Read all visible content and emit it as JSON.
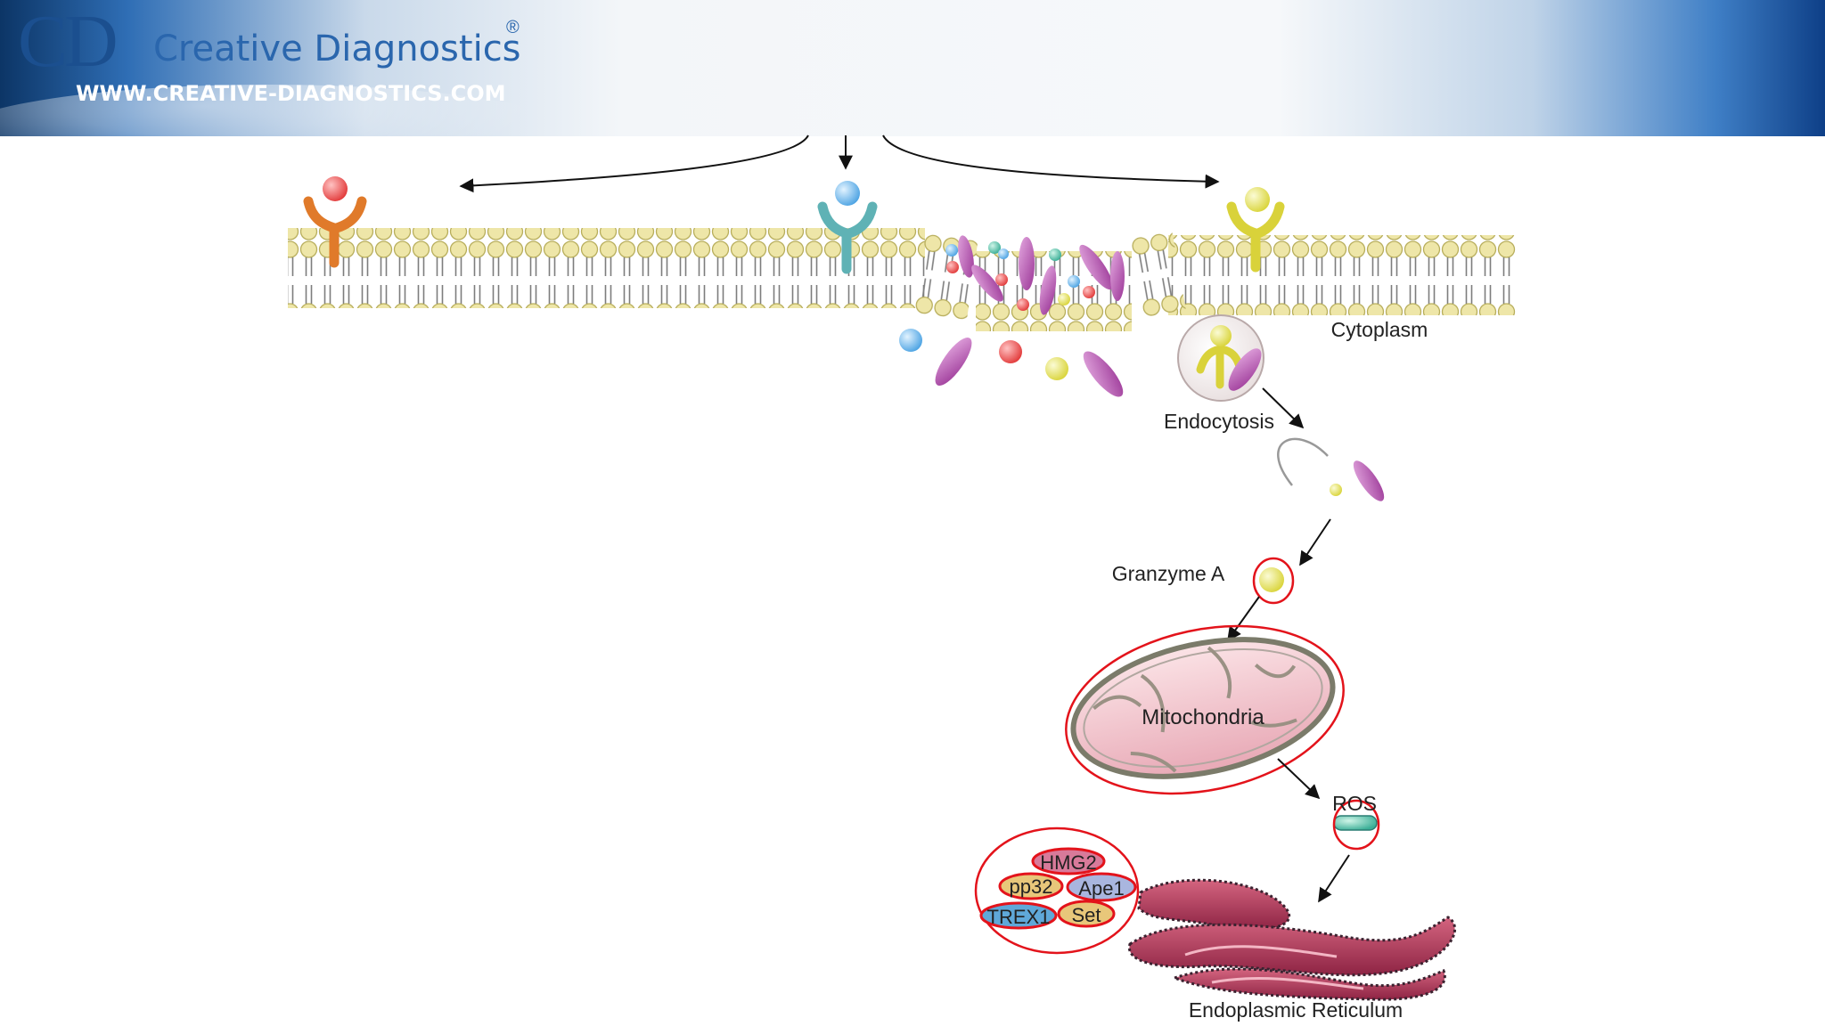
{
  "header": {
    "logo_mark": "CD",
    "company": "Creative Diagnostics",
    "registered": "®",
    "url": "WWW.CREATIVE-DIAGNOSTICS.COM"
  },
  "diagram": {
    "labels": {
      "cytoplasm": "Cytoplasm",
      "endocytosis": "Endocytosis",
      "granzyme": "Granzyme A",
      "mitochondria": "Mitochondria",
      "ros": "ROS",
      "er": "Endoplasmic Reticulum"
    },
    "proteins": [
      "HMG2",
      "pp32",
      "Ape1",
      "TREX1",
      "Set"
    ],
    "colors": {
      "membrane": "#eee6a8",
      "receptor_orange": "#e07a2a",
      "receptor_teal": "#5fb2b5",
      "receptor_yellow": "#d9d23a",
      "perforin": "#b04aa5",
      "highlight": "#e3131b",
      "mitochondria": "#f2c6cf",
      "er": "#b33a5a"
    }
  }
}
